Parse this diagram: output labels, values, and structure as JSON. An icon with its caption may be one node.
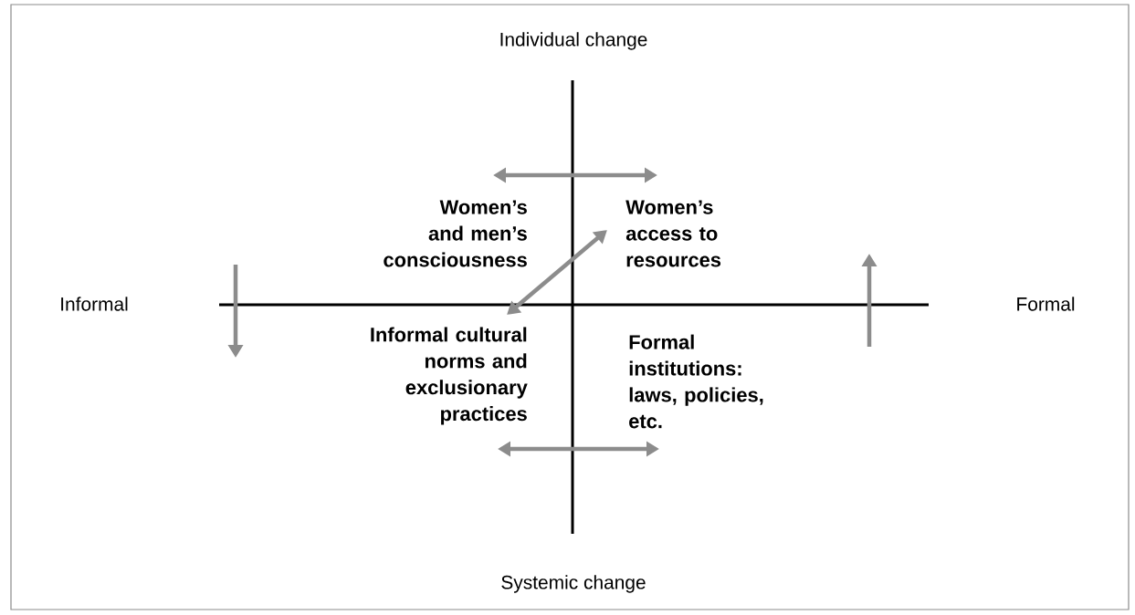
{
  "diagram": {
    "nodes": [
      {
        "text": [
          "Women’s and men’s consciousness"
        ]
      },
      {
        "text": [
          "Women’s access to resources"
        ]
      },
      {
        "text": [
          "Informal cultural norms and exclusionary practices"
        ]
      },
      {
        "text": [
          "Formal institutions: laws, policies, etc."
        ]
      }
    ],
    "edges": [
      {
        "from": 0,
        "to": 1,
        "arrow": "both"
      },
      {
        "from": 2,
        "to": 1,
        "arrow": "both"
      },
      {
        "from": 2,
        "to": 3,
        "arrow": "both"
      }
    ],
    "labels": [
      "Individual change",
      "Informal",
      "Formal",
      "Systemic change"
    ]
  }
}
